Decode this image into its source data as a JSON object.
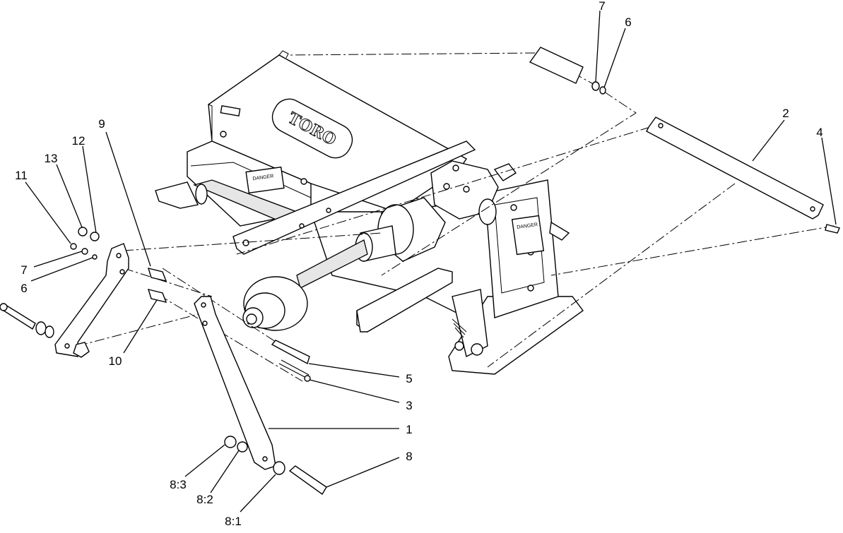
{
  "diagram": {
    "logo_text": "TORO",
    "decal_left": "DANGER",
    "decal_right": "DANGER",
    "callouts": [
      {
        "key": "c7_top",
        "text": "7"
      },
      {
        "key": "c6_top",
        "text": "6"
      },
      {
        "key": "c2",
        "text": "2"
      },
      {
        "key": "c4",
        "text": "4"
      },
      {
        "key": "c9",
        "text": "9"
      },
      {
        "key": "c12",
        "text": "12"
      },
      {
        "key": "c13",
        "text": "13"
      },
      {
        "key": "c11",
        "text": "11"
      },
      {
        "key": "c7_left",
        "text": "7"
      },
      {
        "key": "c6_left",
        "text": "6"
      },
      {
        "key": "c10",
        "text": "10"
      },
      {
        "key": "c5",
        "text": "5"
      },
      {
        "key": "c3",
        "text": "3"
      },
      {
        "key": "c1",
        "text": "1"
      },
      {
        "key": "c8",
        "text": "8"
      },
      {
        "key": "c8_3",
        "text": "8:3"
      },
      {
        "key": "c8_2",
        "text": "8:2"
      },
      {
        "key": "c8_1",
        "text": "8:1"
      }
    ]
  }
}
